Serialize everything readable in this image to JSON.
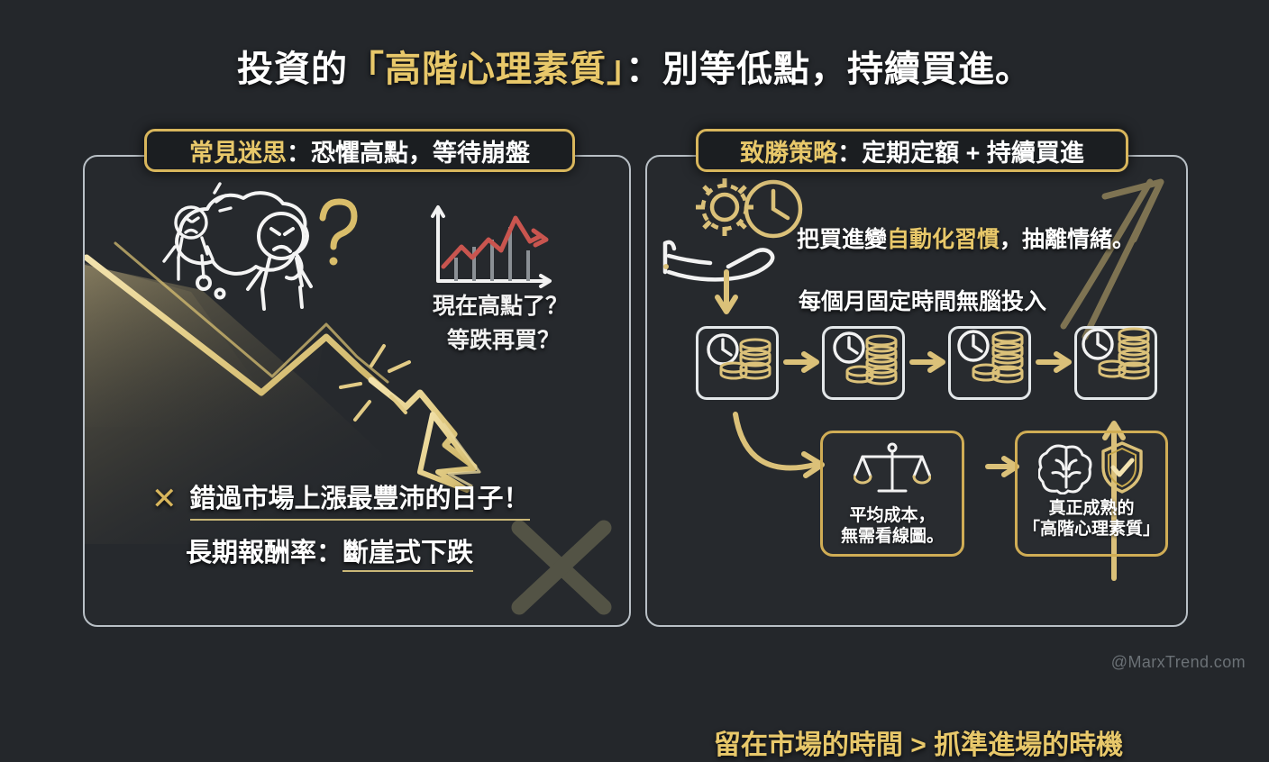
{
  "title": {
    "prefix": "投資的",
    "highlight": "「高階心理素質」",
    "suffix": "：別等低點，持續買進。"
  },
  "left_panel": {
    "header_gold": "常見迷思",
    "header_rest": "：恐懼高點，等待崩盤",
    "question_line1": "現在高點了？",
    "question_line2": "等跌再買？",
    "miss_mark": "✕",
    "miss_text": "錯過市場上漲最豐沛的日子！",
    "return_label": "長期報酬率：",
    "return_value": "斷崖式下跌",
    "icons": {
      "thought_bubble": "thought-bubble-icon",
      "worried_person": "worried-person-icon",
      "thinking_person": "thinking-person-icon",
      "question_mark": "question-mark-icon",
      "volatile_chart": "volatile-chart-icon",
      "crash_arrow": "crash-arrow-icon",
      "big_x": "big-x-icon"
    }
  },
  "right_panel": {
    "header_gold": "致勝策略",
    "header_rest": "：定期定額 + 持續買進",
    "automation_prefix": "把買進變",
    "automation_highlight": "自動化習慣",
    "automation_suffix": "，抽離情緒。",
    "monthly_text": "每個月固定時間無腦投入",
    "bottom_slogan": "留在市場的時間 > 抓準進場的時機",
    "steps": [
      {
        "name": "step-1",
        "icon": "clock-coins-icon",
        "coins": 2
      },
      {
        "name": "step-2",
        "icon": "clock-coins-icon",
        "coins": 2
      },
      {
        "name": "step-3",
        "icon": "clock-coins-icon",
        "coins": 3
      },
      {
        "name": "step-4",
        "icon": "clock-coins-icon",
        "coins": 3
      }
    ],
    "cards": [
      {
        "name": "average-cost-card",
        "icon": "scales-icon",
        "line1": "平均成本，",
        "line2": "無需看線圖。"
      },
      {
        "name": "mature-mindset-card",
        "icon": "brain-shield-icon",
        "line1": "真正成熟的",
        "line2": "「高階心理素質」"
      }
    ],
    "icons": {
      "gear": "gear-icon",
      "clock": "clock-icon",
      "hand": "open-hand-icon",
      "growth_arrow": "growth-arrow-icon"
    }
  },
  "watermark": "@MarxTrend.com",
  "colors": {
    "background": "#24272b",
    "gold": "#e8c86a",
    "gold_border": "#d8b65c",
    "white": "#ffffff",
    "panel_border": "#b9c0c6",
    "red": "#c9554f"
  }
}
